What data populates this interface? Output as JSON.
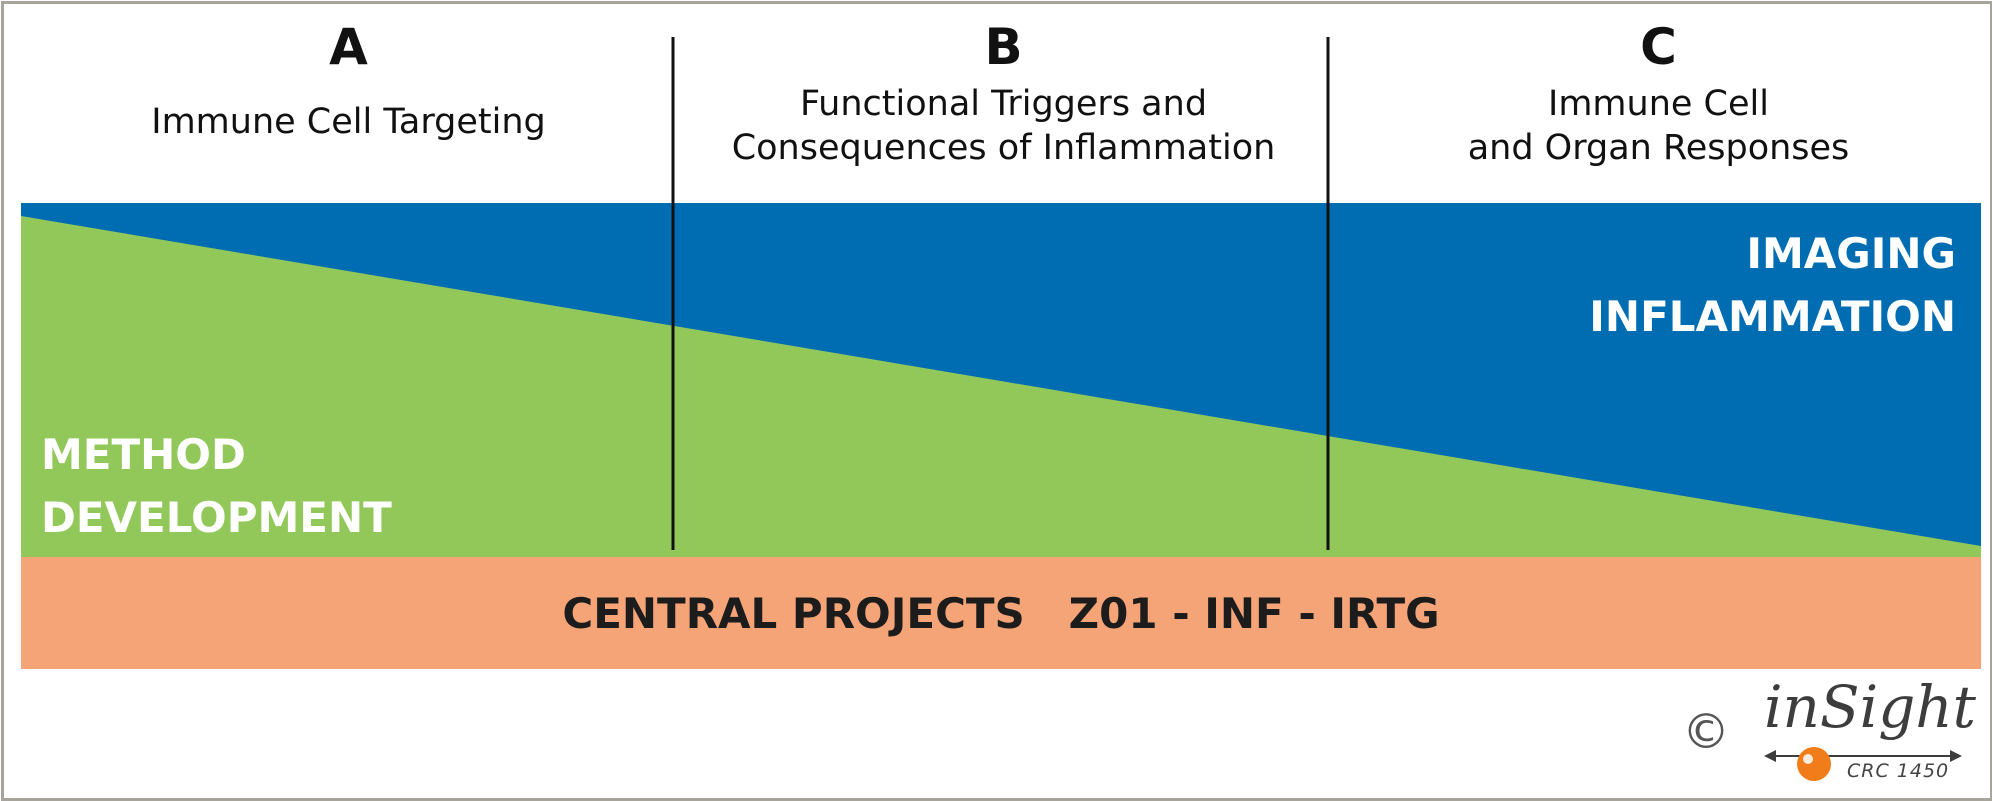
{
  "columns": [
    {
      "letter": "A",
      "subtitle": "Immune Cell Targeting"
    },
    {
      "letter": "B",
      "subtitle": "Functional Triggers and\nConsequences of Inflammation"
    },
    {
      "letter": "C",
      "subtitle": "Immune Cell\nand Organ Responses"
    }
  ],
  "bands": {
    "imaging_label": "IMAGING\nINFLAMMATION",
    "method_label": "METHOD\nDEVELOPMENT",
    "colors": {
      "imaging": "#006db2",
      "method": "#92c85a",
      "central": "#f5a478",
      "divider": "#111111"
    }
  },
  "central": {
    "label": "CENTRAL PROJECTS   Z01 - INF - IRTG"
  },
  "footer": {
    "copyright_symbol": "©",
    "logo_word": "inSight",
    "logo_sub": "CRC 1450",
    "logo_accent": "#f07d1a"
  }
}
